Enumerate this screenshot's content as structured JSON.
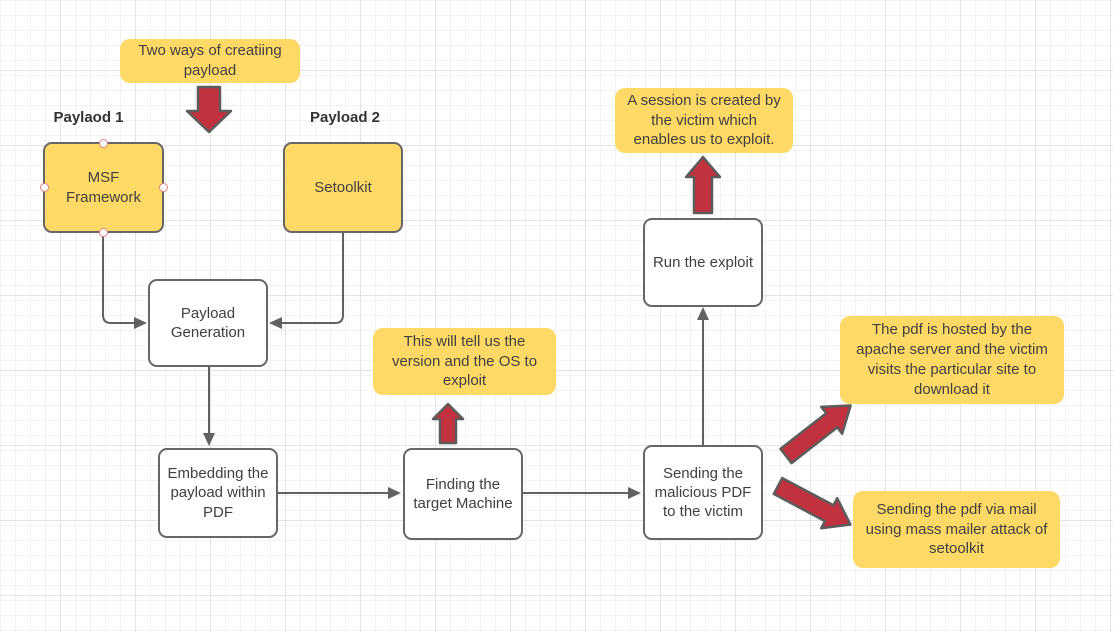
{
  "colors": {
    "note_fill": "#FFD966",
    "yellow_shape_fill": "#FFD966",
    "shape_border": "#666666",
    "white_shape_fill": "#ffffff",
    "red_arrow_fill": "#C2313E",
    "connector": "#616161",
    "text": "#404040",
    "grid_minor": "#f2f2f2",
    "grid_major": "#e3e3e3"
  },
  "labels": {
    "payload1": "Paylaod 1",
    "payload2": "Payload 2"
  },
  "shapes": {
    "msf": "MSF Framework",
    "setoolkit": "Setoolkit",
    "payload_generation": "Payload Generation",
    "embedding": "Embedding the payload within PDF",
    "finding": "Finding the target Machine",
    "sending": "Sending the malicious PDF to the victim",
    "run": "Run the exploit"
  },
  "notes": {
    "two_ways": "Two ways of creatiing payload",
    "version_os": "This will tell us the version and the OS to exploit",
    "session": "A session is created by the victim which enables us to exploit.",
    "hosted": "The pdf is hosted by the apache server and the victim visits the particular site to download it",
    "mass_mail": "Sending the pdf via mail using mass mailer attack of setoolkit"
  },
  "icons": {
    "block_arrow_down": "red-block-arrow-down",
    "block_arrow_up_version": "red-block-arrow-up",
    "block_arrow_up_session": "red-block-arrow-up",
    "block_arrow_diag_up_right": "red-block-arrow-up-right",
    "block_arrow_diag_down_right": "red-block-arrow-down-right"
  }
}
